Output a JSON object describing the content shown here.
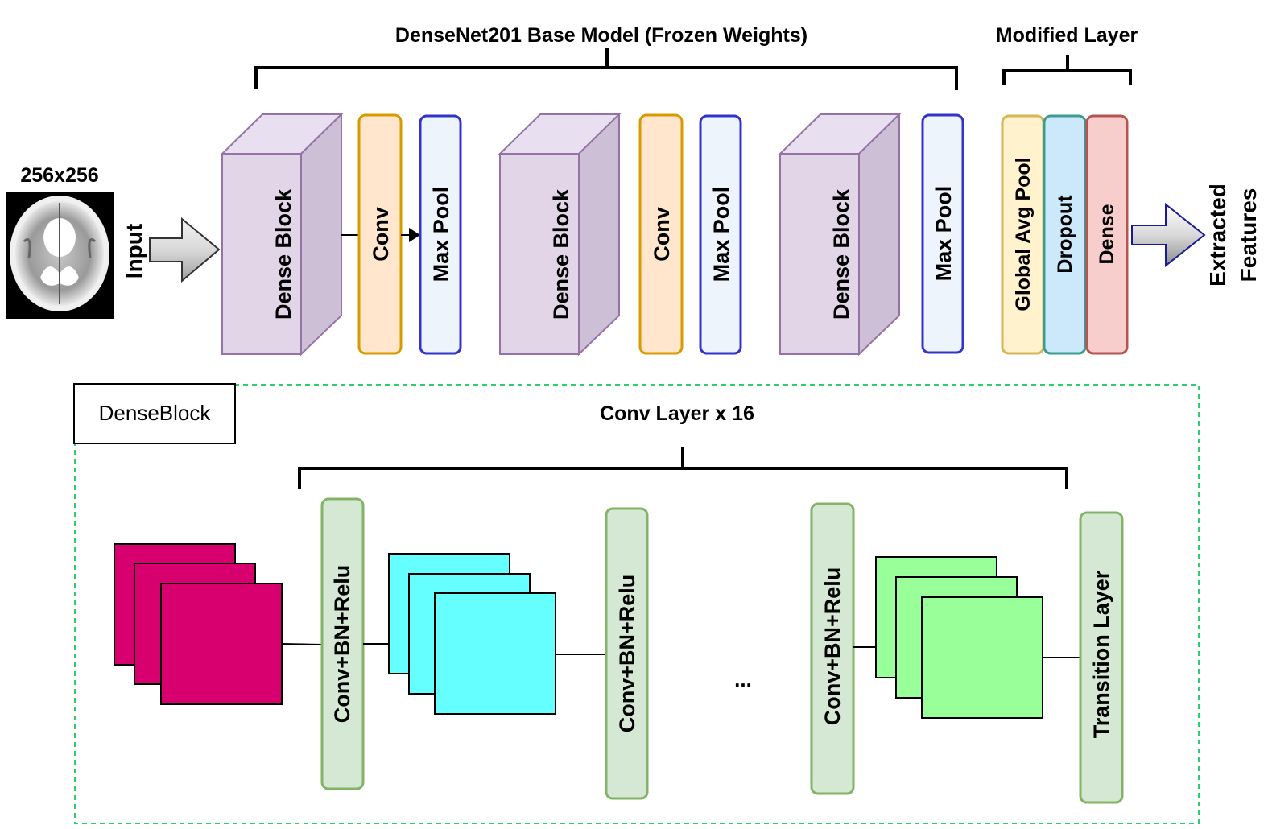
{
  "titles": {
    "base_model": "DenseNet201 Base Model (Frozen Weights)",
    "modified_layer": "Modified Layer",
    "conv_layer_repeat": "Conv Layer x 16"
  },
  "input": {
    "size_label": "256x256",
    "arrow_label": "Input"
  },
  "base_blocks": {
    "dense_block": "Dense Block",
    "conv": "Conv",
    "max_pool": "Max Pool"
  },
  "modified_blocks": {
    "global_avg_pool": "Global Avg Pool",
    "dropout": "Dropout",
    "dense": "Dense"
  },
  "output": {
    "line1": "Extracted",
    "line2": "Features"
  },
  "dense_block_detail": {
    "label": "DenseBlock",
    "conv_bn_relu": "Conv+BN+Relu",
    "ellipsis": "...",
    "transition": "Transition Layer"
  },
  "colors": {
    "dense_fill": "#e1d5e7",
    "dense_stroke": "#9673a6",
    "conv_fill": "#ffe6cc",
    "conv_stroke": "#d79b00",
    "pool_fill": "#eef4fc",
    "pool_stroke": "#3333cc",
    "gap_fill": "#fff2cc",
    "gap_stroke": "#d6b656",
    "dropout_fill": "#cce8fb",
    "dropout_stroke": "#3b9c8f",
    "dense_layer_fill": "#f8cecc",
    "dense_layer_stroke": "#b85450",
    "cbr_fill": "#d5e8d4",
    "cbr_stroke": "#82b366",
    "map_magenta": "#d8006f",
    "map_cyan": "#66ffff",
    "map_green": "#99ff99",
    "dashed_border": "#2ecc71"
  }
}
